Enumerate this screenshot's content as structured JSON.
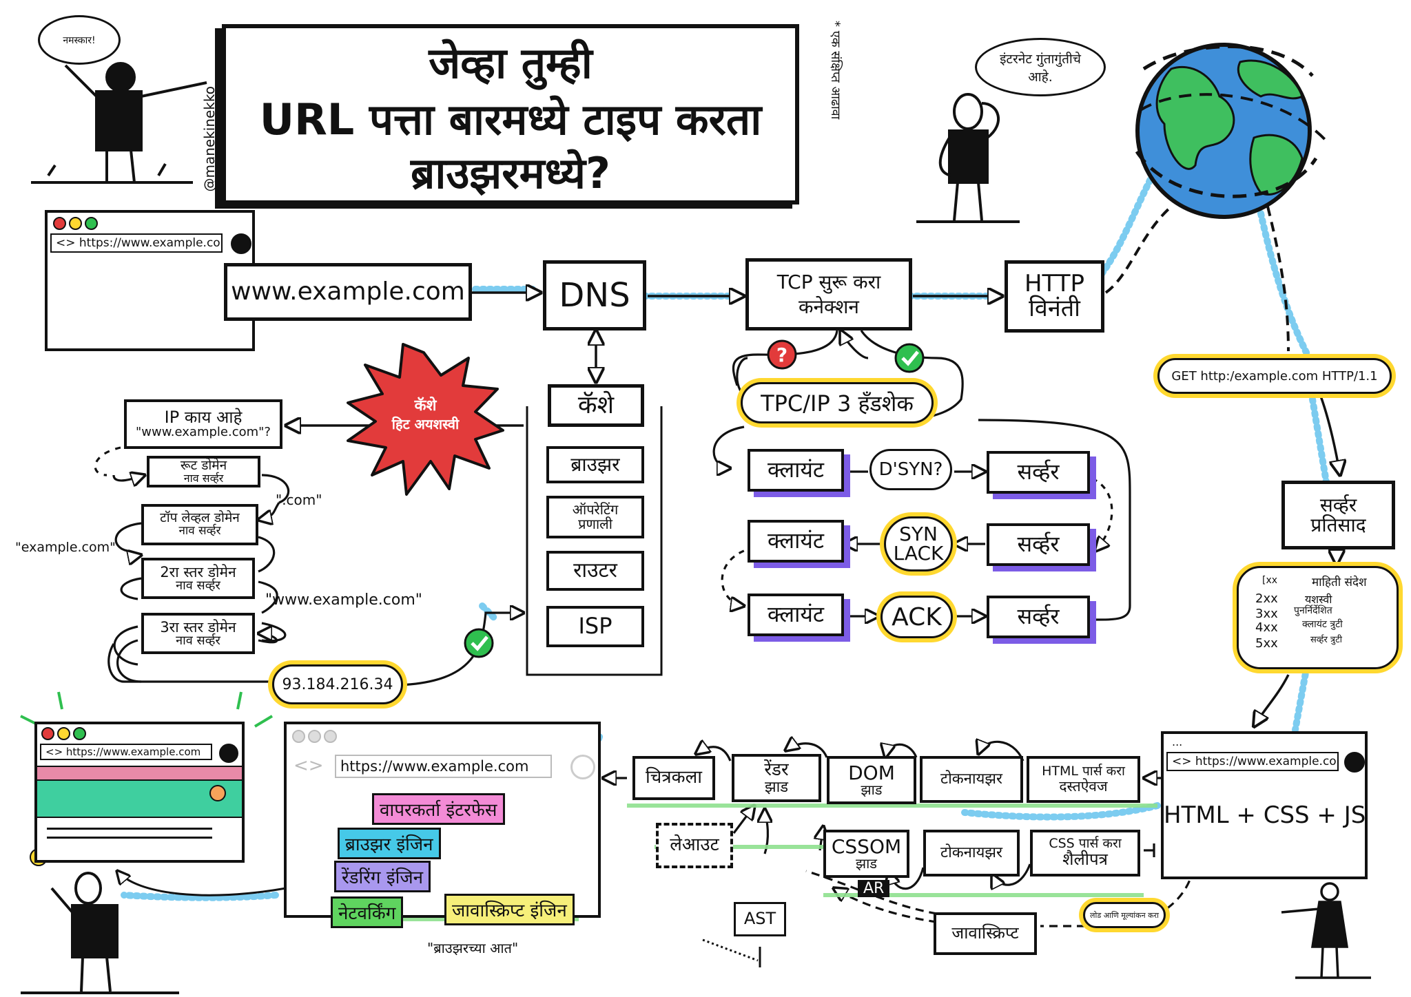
{
  "title": {
    "line1": "जेव्हा तुम्ही",
    "line2": "URL पत्ता बारमध्ये टाइप करता",
    "line3": "ब्राउझरमध्ये?",
    "side_note": "* एक संक्षिप्त आढावा",
    "author": "@manekinekko"
  },
  "speech": {
    "hello": "नमस्कार!",
    "internet": "इंटरनेट गुंतागुंतीचे आहे.",
    "internet_dots": ". ."
  },
  "address_bar": {
    "top_url": "<> https://www.example.com",
    "typed": "www.example.com"
  },
  "flow": {
    "dns": "DNS",
    "tcp_line1": "TCP सुरू करा",
    "tcp_line2": "कनेक्शन",
    "http_line1": "HTTP",
    "http_line2": "विनंती",
    "get_request": "GET http:/example.com HTTP/1.1",
    "server_response_line1": "सर्व्हर",
    "server_response_line2": "प्रतिसाद"
  },
  "cache": {
    "title": "कॅशे",
    "items": [
      "ब्राउझर",
      "ऑपरेटिंग प्रणाली",
      "राउटर",
      "ISP"
    ],
    "miss_line1": "कॅशे",
    "miss_line2": "हिट अयशस्वी"
  },
  "dns_resolution": {
    "question_line1": "IP काय आहे",
    "question_line2": "\"www.example.com\"?",
    "root_line1": "रूट डोमेन",
    "root_line2": "नाव सर्व्हर",
    "com_label": "\".com\"",
    "tld_line1": "टॉप लेव्हल डोमेन",
    "tld_line2": "नाव सर्व्हर",
    "example_label": "\"example.com\"",
    "second_line1": "2रा स्तर डोमेन",
    "second_line2": "नाव सर्व्हर",
    "www_label": "\"www.example.com\"",
    "third_line1": "3रा स्तर डोमेन",
    "third_line2": "नाव सर्व्हर",
    "ip": "93.184.216.34"
  },
  "handshake": {
    "title": "TPC/IP 3 हँडशेक",
    "client": "क्लायंट",
    "server": "सर्व्हर",
    "syn": "D'SYN?",
    "synack_line1": "SYN",
    "synack_line2": "LACK",
    "ack": "ACK"
  },
  "status_codes": {
    "header_left": "[xx",
    "header_right": "माहिती संदेश",
    "codes": [
      "2xx",
      "3xx",
      "4xx",
      "5xx"
    ],
    "meanings": [
      "यशस्वी",
      "पुनर्निर्देशित",
      "क्लायंट त्रुटी",
      "सर्व्हर त्रुटी"
    ]
  },
  "response_browser": {
    "url": "<> https://www.example.com",
    "dots": "...",
    "content": "HTML + CSS + JS"
  },
  "pipeline": {
    "parse_html_line1": "HTML पार्स करा",
    "parse_html_line2": "दस्तऐवज",
    "tokenizer": "टोकनायझर",
    "dom_line1": "DOM",
    "dom_line2": "झाड",
    "render_line1": "रेंडर",
    "render_line2": "झाड",
    "paint": "चित्रकला",
    "layout": "लेआउट",
    "cssom_line1": "CSSOM",
    "cssom_line2": "झाड",
    "ar": "AR",
    "tokenizer2": "टोकनायझर",
    "parse_css_line1": "CSS पार्स करा",
    "parse_css_line2": "शैलीपत्र",
    "javascript": "जावास्क्रिप्ट",
    "load_eval": "लोड आणि मूल्यांकन करा",
    "ast": "AST"
  },
  "inside_browser": {
    "url": "https://www.example.com",
    "ui": "वापरकर्ता इंटरफेस",
    "browser_engine": "ब्राउझर इंजिन",
    "rendering_engine": "रेंडरिंग इंजिन",
    "networking": "नेटवर्किंग",
    "js_engine": "जावास्क्रिप्ट इंजिन",
    "caption": "\"ब्राउझरच्या आत\""
  },
  "final_browser": {
    "url": "<> https://www.example.com"
  },
  "colors": {
    "ink": "#111111",
    "purple_shadow": "#7c5ce6",
    "yellow_glow": "#ffd830",
    "green_glow": "#8ee08e",
    "blue_dash": "#6ec6ee",
    "red_burst": "#e23b3b",
    "check_green": "#2fbf4f",
    "question_red": "#e23b3b",
    "earth_ocean": "#3f8fd9",
    "earth_land": "#3fbf5f",
    "ui_pink": "#f38bd6",
    "engine_cyan": "#46c9e8",
    "rendering_purple": "#a998ee",
    "networking_green": "#5fd45f",
    "js_yellow": "#f6ef7a"
  }
}
